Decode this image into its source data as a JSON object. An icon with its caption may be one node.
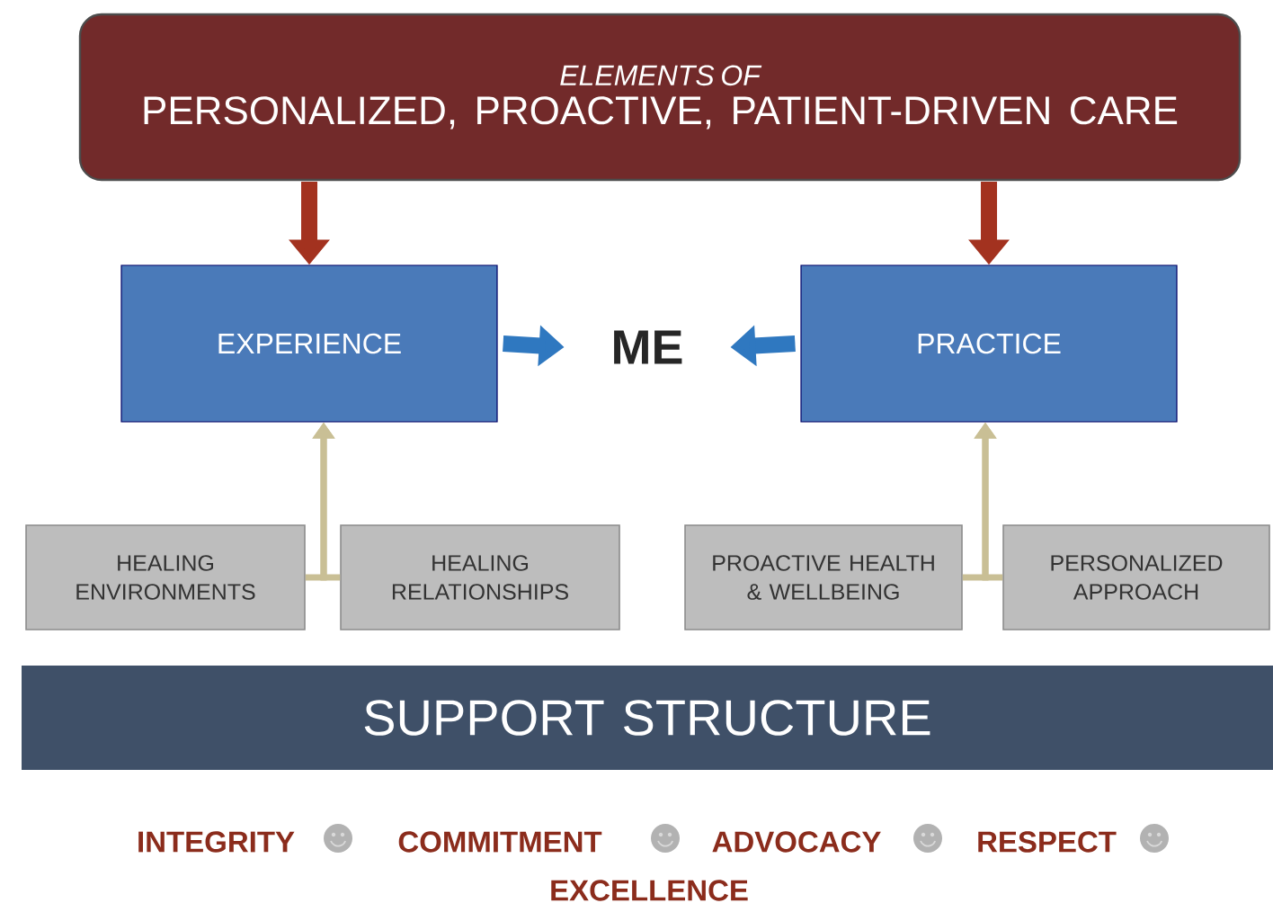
{
  "diagram": {
    "nodes": [
      {
        "text": [
          "ELEMENTS OF",
          "PERSONALIZED, PROACTIVE, PATIENT-DRIVEN CARE"
        ]
      },
      {
        "text": [
          "EXPERIENCE"
        ]
      },
      {
        "text": [
          "ME"
        ]
      },
      {
        "text": [
          "PRACTICE"
        ]
      },
      {
        "text": [
          "HEALING ENVIRONMENTS"
        ]
      },
      {
        "text": [
          "HEALING RELATIONSHIPS"
        ]
      },
      {
        "text": [
          "PROACTIVE HEALTH & WELLBEING"
        ]
      },
      {
        "text": [
          "PERSONALIZED APPROACH"
        ]
      },
      {
        "text": [
          "SUPPORT STRUCTURE"
        ]
      }
    ],
    "edges": [
      {
        "from": 0,
        "to": 1,
        "arrow": "to",
        "style": "thick",
        "color": "#a3321f"
      },
      {
        "from": 0,
        "to": 3,
        "arrow": "to",
        "style": "thick",
        "color": "#a3321f"
      },
      {
        "from": 1,
        "to": 2,
        "arrow": "to",
        "style": "thick",
        "color": "#2f78c0"
      },
      {
        "from": 3,
        "to": 2,
        "arrow": "to",
        "style": "thick",
        "color": "#2f78c0"
      },
      {
        "from": 4,
        "to": 1,
        "arrow": "to"
      },
      {
        "from": 5,
        "to": 1,
        "arrow": "to"
      },
      {
        "from": 6,
        "to": 3,
        "arrow": "to"
      },
      {
        "from": 7,
        "to": 3,
        "arrow": "to"
      }
    ],
    "labels": [
      "INTEGRITY",
      "COMMITMENT",
      "ADVOCACY",
      "RESPECT",
      "EXCELLENCE"
    ]
  }
}
